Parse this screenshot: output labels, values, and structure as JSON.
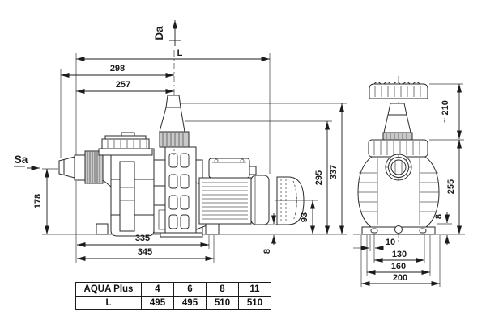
{
  "drawing": {
    "labels": {
      "suction": "Sa",
      "discharge": "Da",
      "length": "L"
    },
    "side": {
      "d298": "298",
      "d257": "257",
      "d178": "178",
      "d335": "335",
      "d345": "345",
      "d93": "93",
      "d295": "295",
      "d337": "337",
      "d8": "8"
    },
    "front": {
      "d210": "~ 210",
      "d255": "255",
      "d8": "8",
      "d10": "10",
      "d130": "130",
      "d160": "160",
      "d200": "200"
    }
  },
  "table": {
    "header_row": [
      "AQUA Plus",
      "4",
      "6",
      "8",
      "11"
    ],
    "value_row": [
      "L",
      "495",
      "495",
      "510",
      "510"
    ]
  },
  "colors": {
    "line": "#1b1b1b",
    "background": "#ffffff"
  }
}
